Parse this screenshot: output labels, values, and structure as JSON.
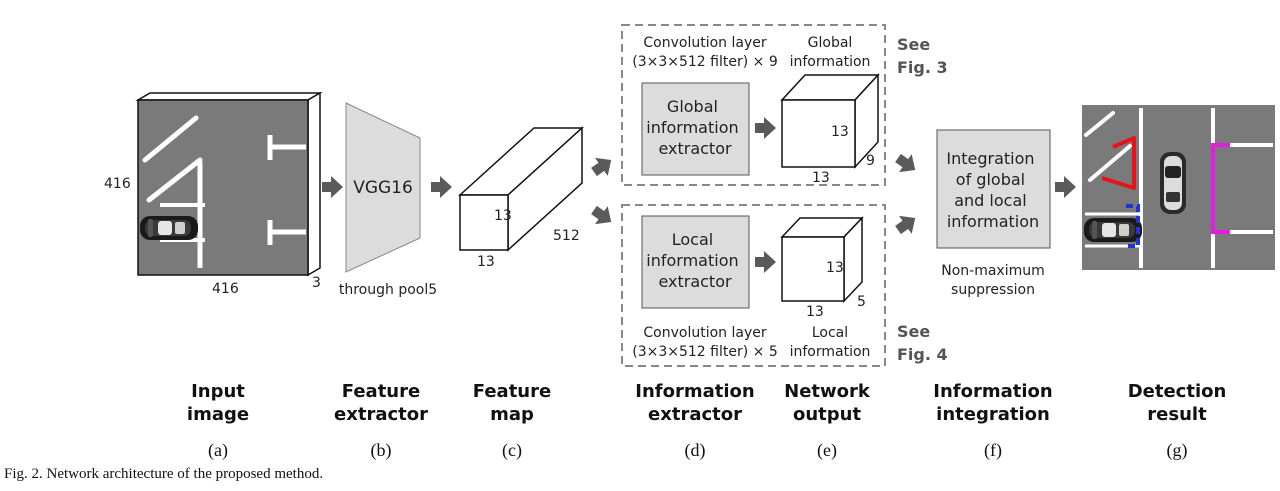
{
  "input": {
    "dim_height": "416",
    "dim_width": "416",
    "dim_depth": "3"
  },
  "vgg": {
    "label": "VGG16",
    "sublabel": "through pool5"
  },
  "feature_map": {
    "d13a": "13",
    "d13b": "13",
    "d512": "512"
  },
  "extractor": {
    "global": {
      "top_label_1": "Convolution layer",
      "top_label_2": "(3×3×512 filter) × 9",
      "box": [
        "Global",
        "information",
        "extractor"
      ],
      "out_label_1": "Global",
      "out_label_2": "information",
      "cube_13a": "13",
      "cube_13b": "13",
      "cube_depth": "9",
      "see_1": "See",
      "see_2": "Fig. 3"
    },
    "local": {
      "bottom_label_1": "Convolution layer",
      "bottom_label_2": "(3×3×512 filter) × 5",
      "box": [
        "Local",
        "information",
        "extractor"
      ],
      "out_label_1": "Local",
      "out_label_2": "information",
      "cube_13a": "13",
      "cube_13b": "13",
      "cube_depth": "5",
      "see_1": "See",
      "see_2": "Fig. 4"
    }
  },
  "integration": {
    "box": [
      "Integration",
      "of global",
      "and local",
      "information"
    ],
    "sub_1": "Non-maximum",
    "sub_2": "suppression"
  },
  "stages": [
    {
      "title": [
        "Input",
        "image"
      ],
      "letter": "(a)"
    },
    {
      "title": [
        "Feature",
        "extractor"
      ],
      "letter": "(b)"
    },
    {
      "title": [
        "Feature",
        "map"
      ],
      "letter": "(c)"
    },
    {
      "title": [
        "Information",
        "extractor"
      ],
      "letter": "(d)"
    },
    {
      "title": [
        "Network",
        "output"
      ],
      "letter": "(e)"
    },
    {
      "title": [
        "Information",
        "integration"
      ],
      "letter": "(f)"
    },
    {
      "title": [
        "Detection",
        "result"
      ],
      "letter": "(g)"
    }
  ],
  "caption": "Fig. 2. Network architecture of the proposed method.",
  "colors": {
    "arrow": "#5a5a5a",
    "road": "#7a7a7a",
    "box_fill": "#dcdcdc",
    "red": "#e8121b",
    "blue": "#1f34d6",
    "magenta": "#e21ee0"
  }
}
